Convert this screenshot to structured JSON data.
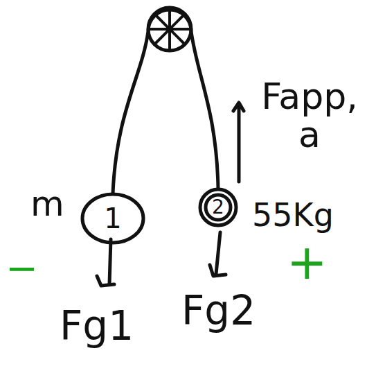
{
  "diagram": {
    "nodes": [
      {
        "text": [
          "1"
        ]
      },
      {
        "text": [
          "2"
        ]
      }
    ],
    "edges": [
      {
        "from": 0,
        "to": 1,
        "arrow": "none"
      }
    ],
    "labels": [
      "m",
      "55Kg",
      "Fapp, a",
      "Fg1",
      "Fg2",
      "−",
      "+"
    ]
  }
}
